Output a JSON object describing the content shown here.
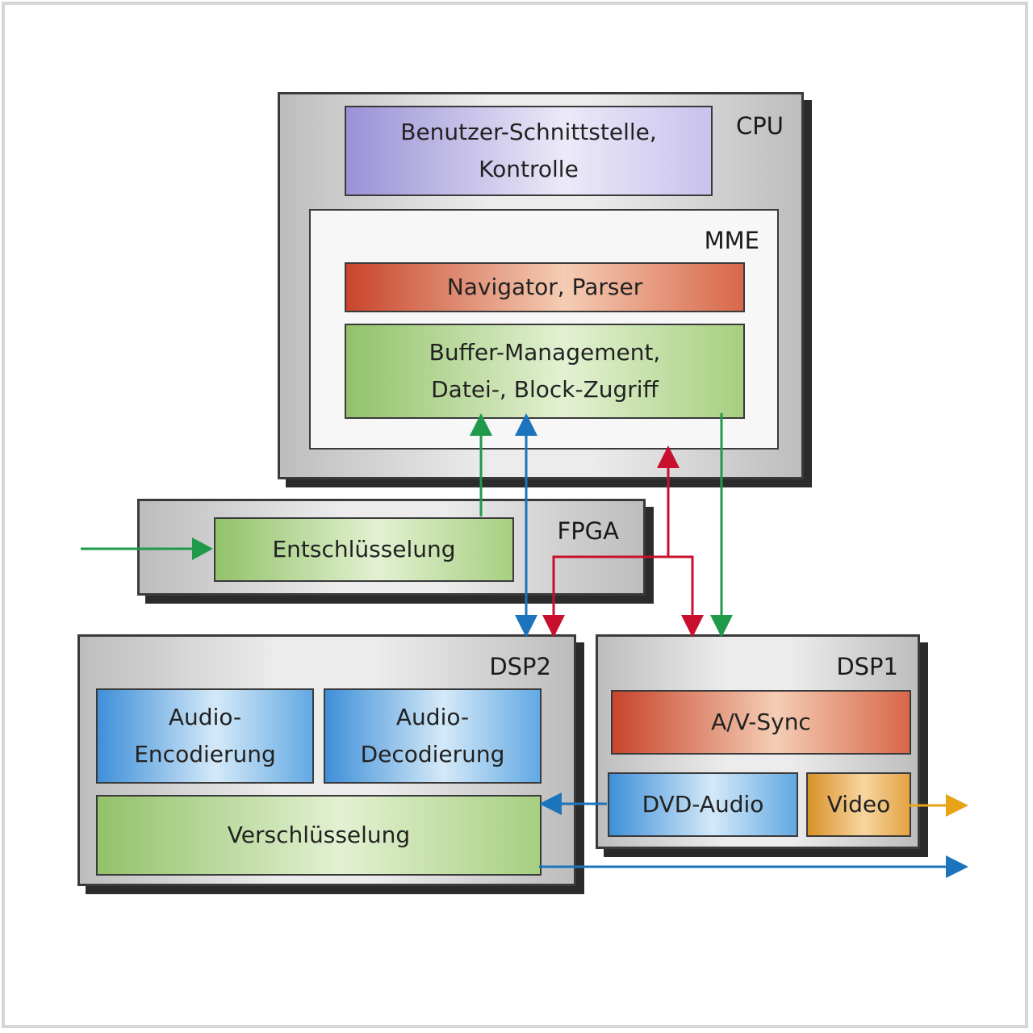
{
  "cpu": {
    "label": "CPU",
    "ui_block": [
      "Benutzer-Schnittstelle,",
      "Kontrolle"
    ],
    "mme": {
      "label": "MME",
      "navigator": "Navigator, Parser",
      "buffer": [
        "Buffer-Management,",
        "Datei-, Block-Zugriff"
      ]
    }
  },
  "fpga": {
    "label": "FPGA",
    "decrypt": "Entschlüsselung"
  },
  "dsp2": {
    "label": "DSP2",
    "audio_enc": [
      "Audio-",
      "Encodierung"
    ],
    "audio_dec": [
      "Audio-",
      "Decodierung"
    ],
    "encrypt": "Verschlüsselung"
  },
  "dsp1": {
    "label": "DSP1",
    "avsync": "A/V-Sync",
    "dvd_audio": "DVD-Audio",
    "video": "Video"
  },
  "colors": {
    "green_link": "#1f9a4a",
    "blue_link": "#1c74bc",
    "red_link": "#c8102e",
    "orange_link": "#e8a317"
  }
}
